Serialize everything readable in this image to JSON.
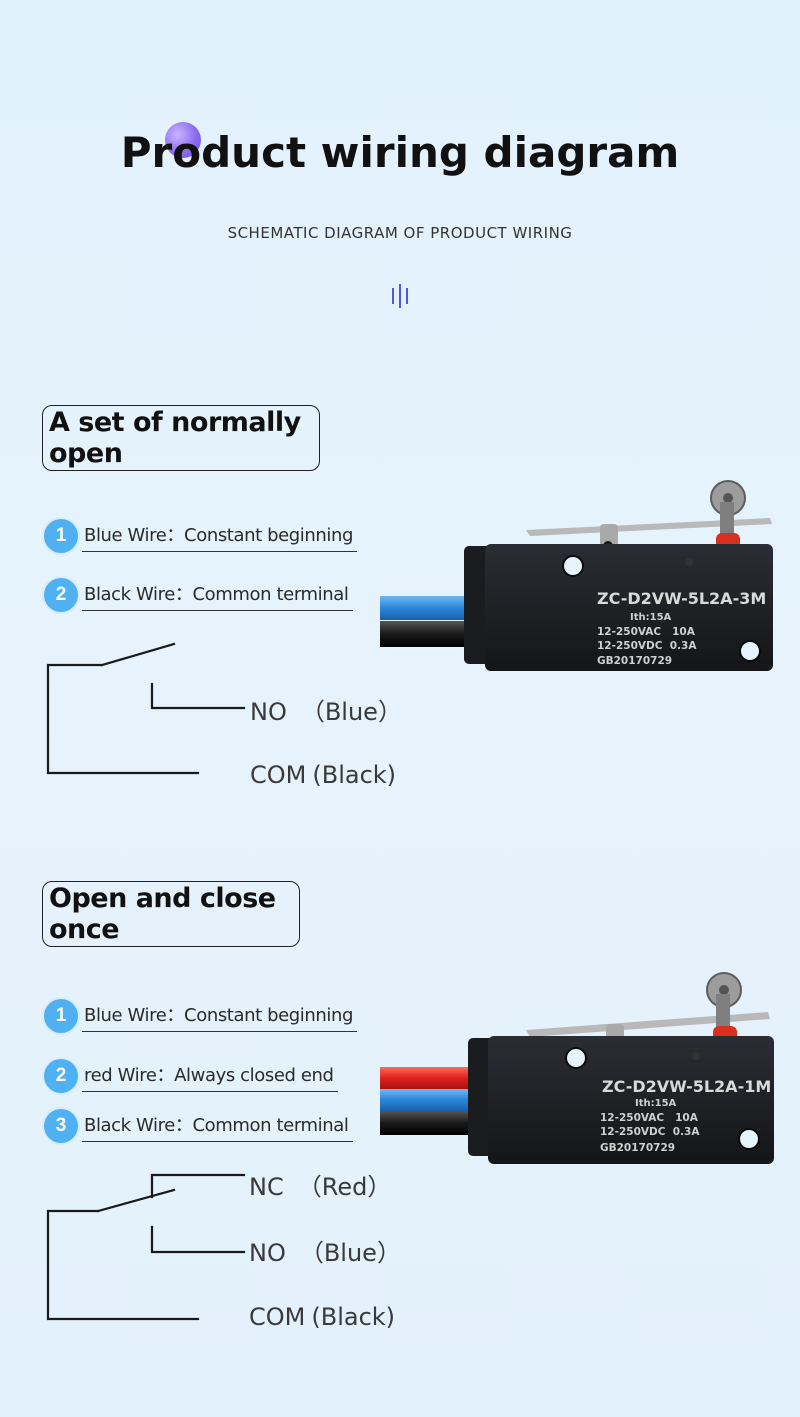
{
  "header": {
    "title": "Product wiring diagram",
    "subtitle": "SCHEMATIC DIAGRAM OF PRODUCT WIRING"
  },
  "sections": [
    {
      "title": "A set of normally open",
      "items": [
        {
          "num": "1",
          "text": "Blue Wire：Constant beginning"
        },
        {
          "num": "2",
          "text": "Black Wire：Common terminal"
        }
      ],
      "terminals": [
        {
          "label": "NO",
          "paren": "（Blue）"
        },
        {
          "label": "COM",
          "paren": "(Black)"
        }
      ],
      "product": {
        "model": "ZC-D2VW-5L2A-3M",
        "ith": "Ith:15A",
        "ac": "12-250VAC   10A",
        "dc": "12-250VDC  0.3A",
        "gb": "GB20170729",
        "wire_colors": [
          "#2f8fe0",
          "#1a1a1a"
        ]
      }
    },
    {
      "title": "Open and close once",
      "items": [
        {
          "num": "1",
          "text": "Blue Wire：Constant beginning"
        },
        {
          "num": "2",
          "text": "red Wire：Always closed end"
        },
        {
          "num": "3",
          "text": "Black Wire：Common terminal"
        }
      ],
      "terminals": [
        {
          "label": "NC",
          "paren": "（Red）"
        },
        {
          "label": "NO",
          "paren": "（Blue）"
        },
        {
          "label": "COM",
          "paren": "(Black)"
        }
      ],
      "product": {
        "model": "ZC-D2VW-5L2A-1M",
        "ith": "Ith:15A",
        "ac": "12-250VAC   10A",
        "dc": "12-250VDC  0.3A",
        "gb": "GB20170729",
        "wire_colors": [
          "#e02020",
          "#2f8fe0",
          "#1a1a1a"
        ]
      }
    }
  ],
  "colors": {
    "accent_badge": "#4fb0f2",
    "accent_bars": "#4a5be0",
    "title_dot": "#8d6cf0",
    "switch_body": "#1c1e22",
    "actuator_red": "#d8301c"
  }
}
